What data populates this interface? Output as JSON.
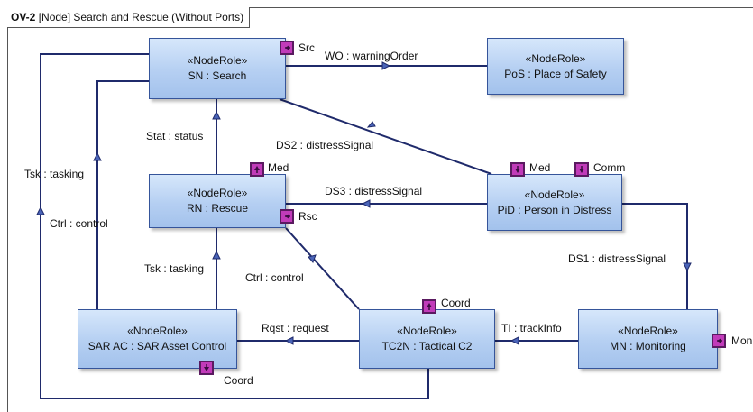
{
  "frame": {
    "keyword": "OV-2",
    "title": "[Node] Search and Rescue (Without Ports)"
  },
  "nodes": {
    "sn": {
      "stereotype": "«NodeRole»",
      "name": "SN : Search"
    },
    "pos": {
      "stereotype": "«NodeRole»",
      "name": "PoS : Place of Safety"
    },
    "rn": {
      "stereotype": "«NodeRole»",
      "name": "RN : Rescue"
    },
    "pid": {
      "stereotype": "«NodeRole»",
      "name": "PiD : Person in Distress"
    },
    "sarac": {
      "stereotype": "«NodeRole»",
      "name": "SAR AC : SAR Asset Control"
    },
    "tc2n": {
      "stereotype": "«NodeRole»",
      "name": "TC2N : Tactical C2"
    },
    "mn": {
      "stereotype": "«NodeRole»",
      "name": "MN : Monitoring"
    }
  },
  "ports": {
    "sn_src": "Src",
    "rn_med": "Med",
    "rn_rsc": "Rsc",
    "pid_med": "Med",
    "pid_comm": "Comm",
    "tc2n_coord": "Coord",
    "sarac_coord": "Coord",
    "mn_mon": "Mon"
  },
  "flows": {
    "wo": "WO : warningOrder",
    "stat": "Stat : status",
    "ds2": "DS2 : distressSignal",
    "ds3": "DS3 : distressSignal",
    "tsk_outer": "Tsk : tasking",
    "ctrl_outer": "Ctrl : control",
    "tsk_inner": "Tsk : tasking",
    "ctrl_inner": "Ctrl : control",
    "ds1": "DS1 : distressSignal",
    "rqst": "Rqst : request",
    "ti": "TI : trackInfo"
  },
  "colors": {
    "line": "#1f2a6b",
    "node_border": "#35549a",
    "node_fill": "#b5cff2",
    "port_fill": "#c13bb9",
    "port_border": "#5a1a60"
  }
}
